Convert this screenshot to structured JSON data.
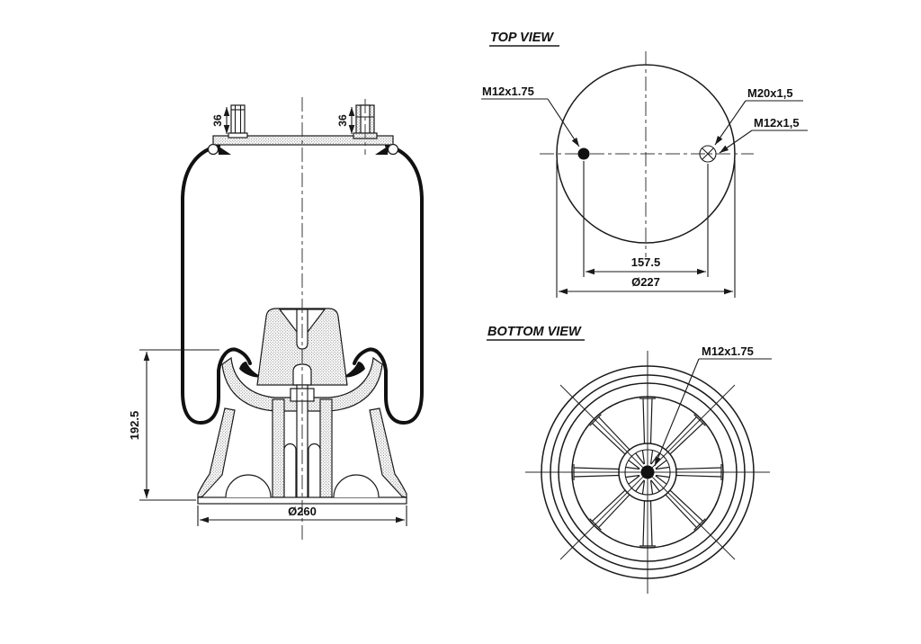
{
  "colors": {
    "line": "#1a1a1a",
    "background": "#ffffff"
  },
  "side_view": {
    "dim_stud_left": "36",
    "dim_stud_right": "36",
    "dim_height": "192.5",
    "dim_base_diameter": "Ø260"
  },
  "top_view": {
    "title": "TOP VIEW",
    "label_stud": "M12x1.75",
    "label_air_fitting": "M20x1,5",
    "label_center_fitting": "M12x1,5",
    "dim_bolt_spacing": "157.5",
    "dim_plate_diameter": "Ø227"
  },
  "bottom_view": {
    "title": "BOTTOM VIEW",
    "label_stud": "M12x1.75"
  }
}
